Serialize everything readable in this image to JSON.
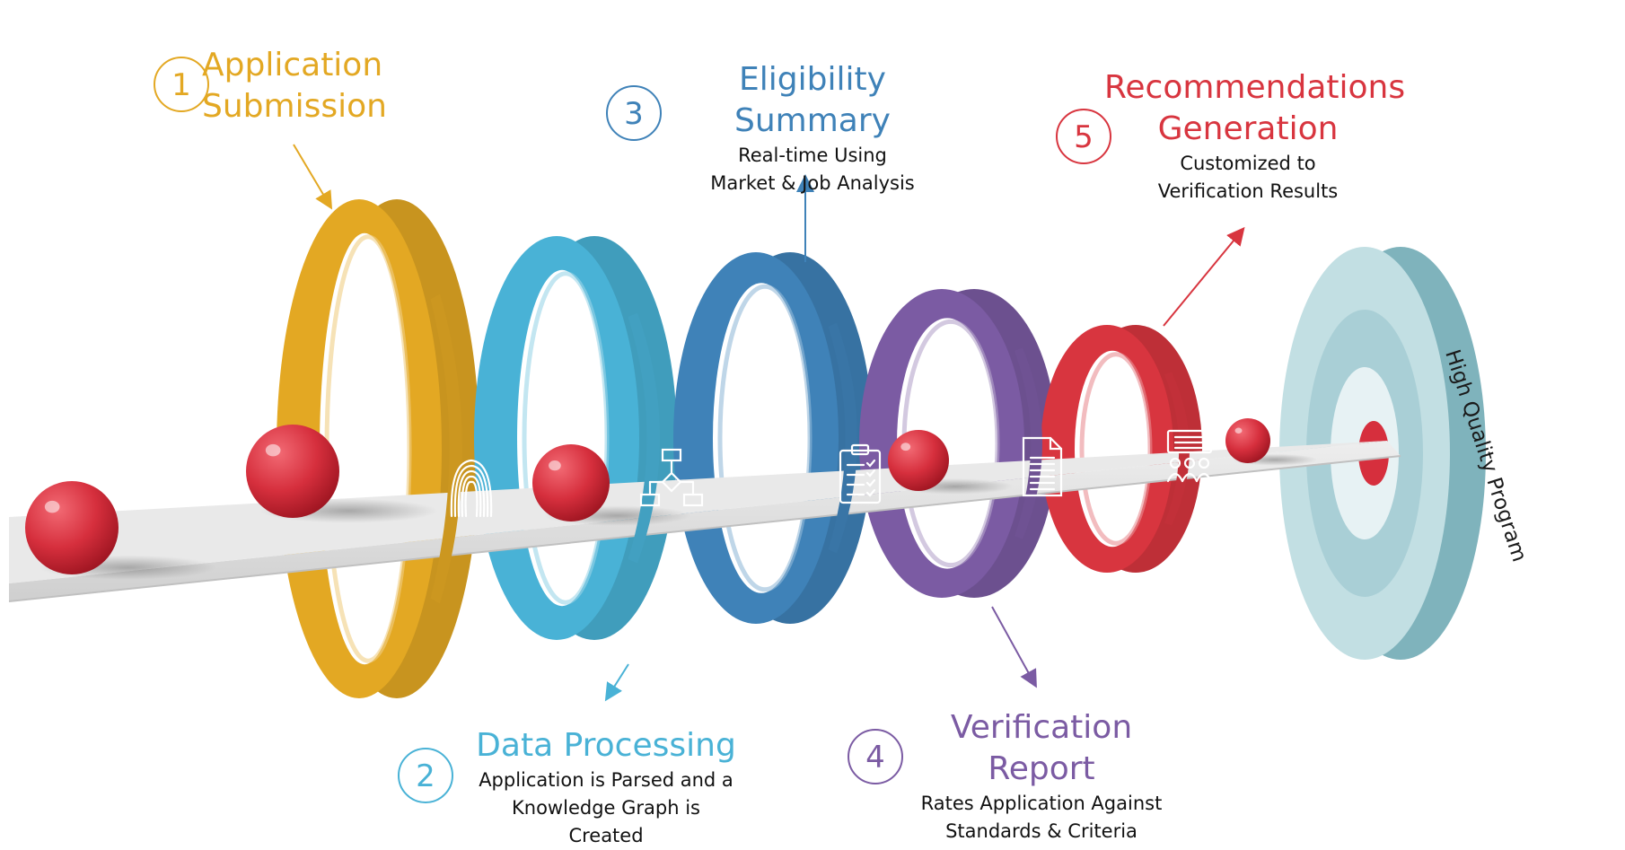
{
  "colors": {
    "yellow": "#e3a823",
    "cyan": "#49b2d6",
    "blue": "#3f82b8",
    "purple": "#7b5ba3",
    "red": "#d8353f",
    "target": "#b9dbe0",
    "ball": "#d62f3d",
    "rail": "#dcdcdc"
  },
  "steps": [
    {
      "number": "1",
      "title": "Application\nSubmission",
      "description": "",
      "icon": "fingerprint-icon"
    },
    {
      "number": "2",
      "title": "Data Processing",
      "description": "Application is Parsed and a\nKnowledge Graph is\nCreated",
      "icon": "flowchart-icon"
    },
    {
      "number": "3",
      "title": "Eligibility Summary",
      "description": "Real-time Using\nMarket & Job Analysis",
      "icon": "clipboard-checklist-icon"
    },
    {
      "number": "4",
      "title": "Verification Report",
      "description": "Rates Application Against\nStandards & Criteria",
      "icon": "document-icon"
    },
    {
      "number": "5",
      "title": "Recommendations\nGeneration",
      "description": "Customized to\nVerification Results",
      "icon": "presentation-team-icon"
    }
  ],
  "target_label": "High Quality Program"
}
